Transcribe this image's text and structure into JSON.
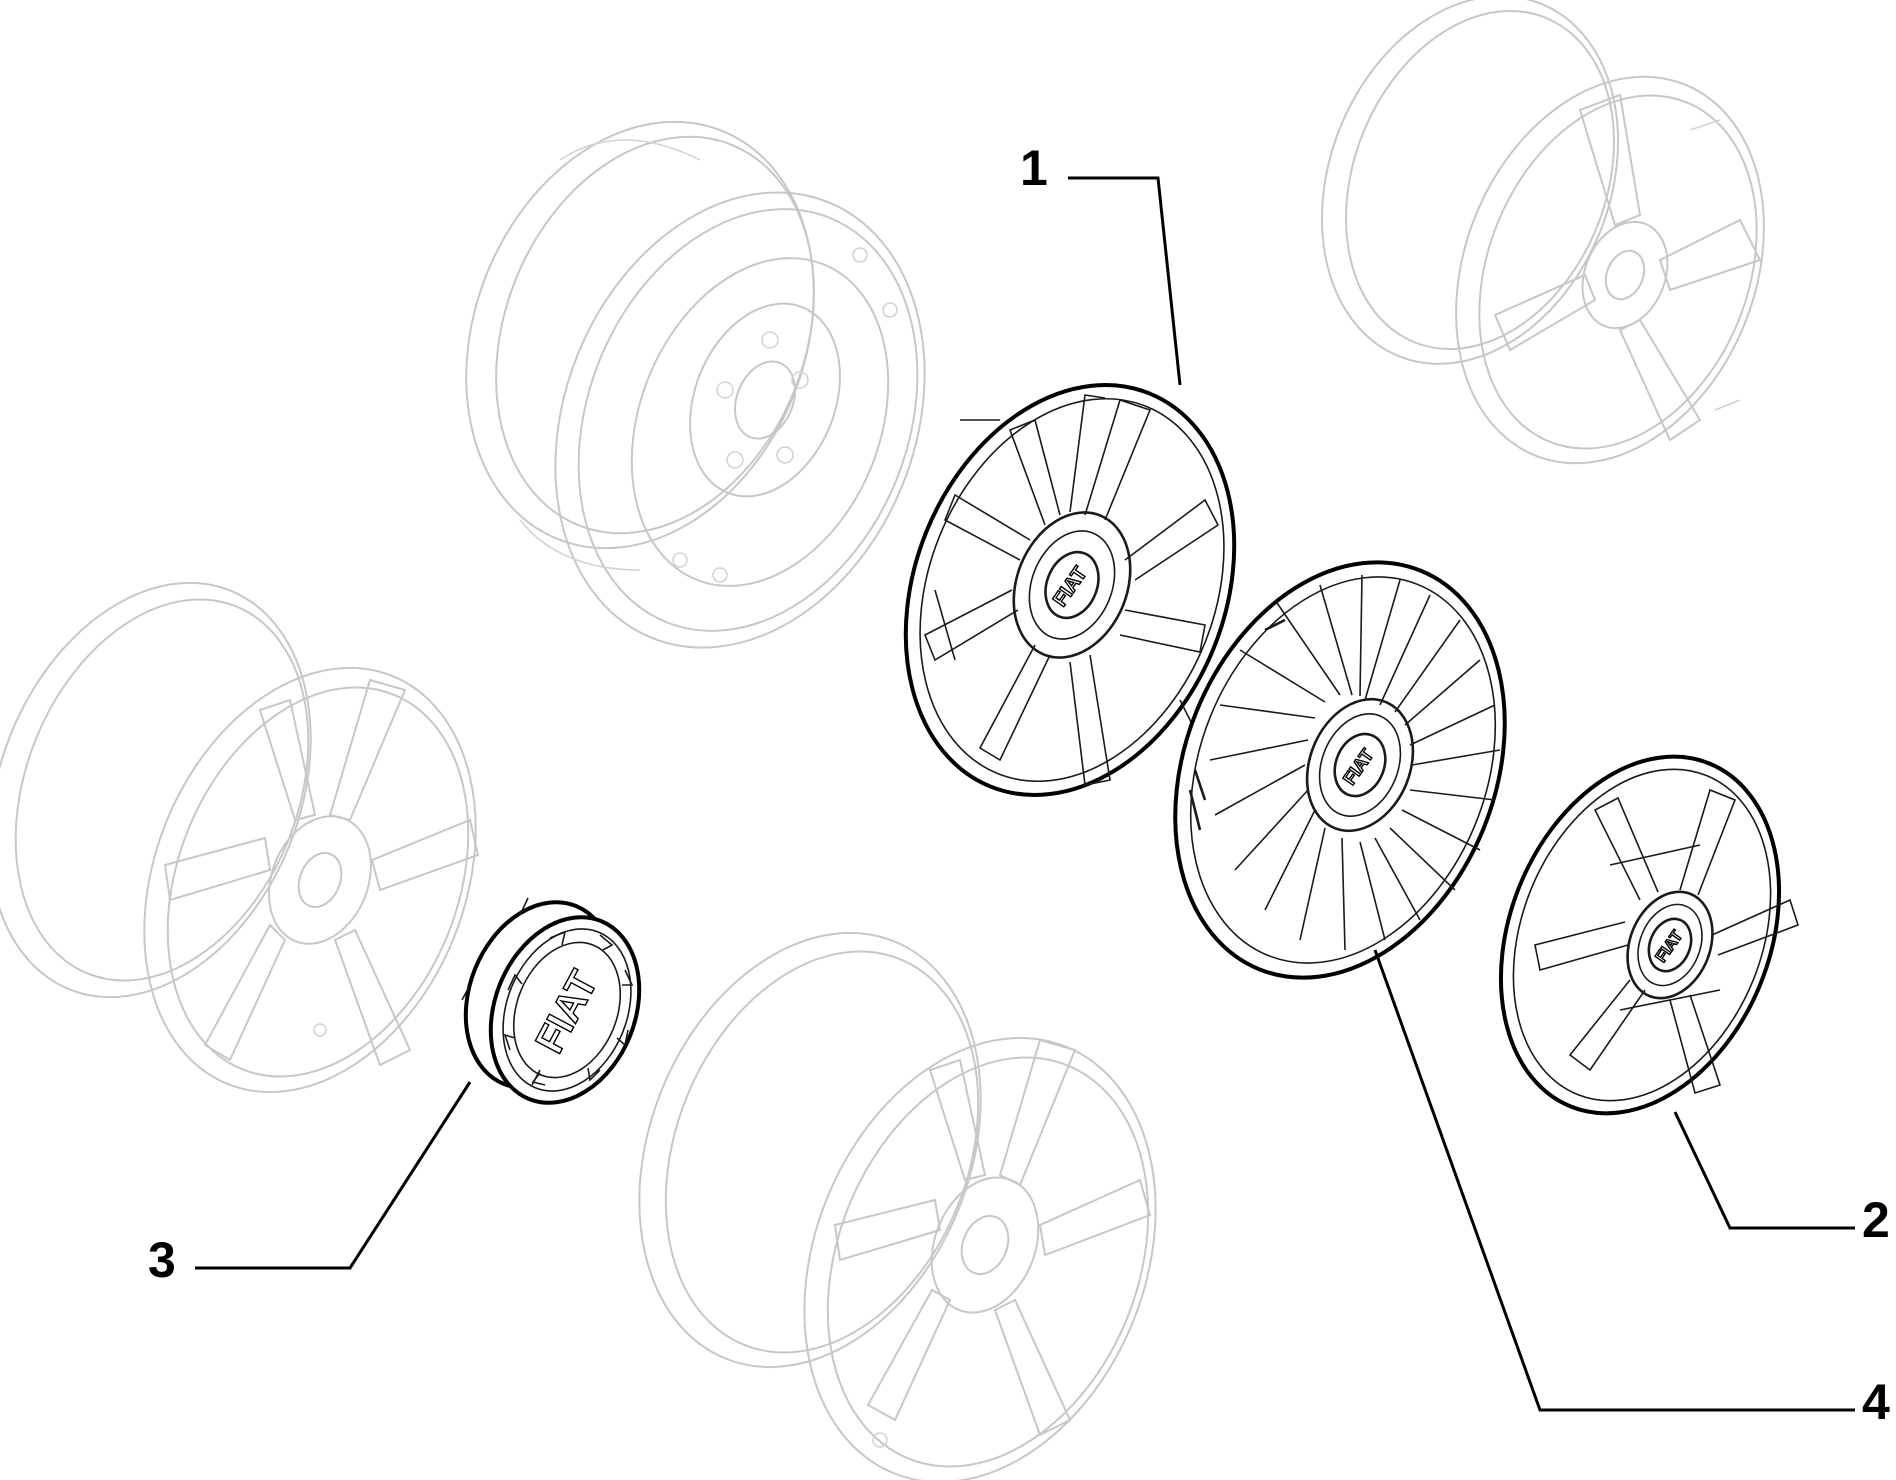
{
  "callouts": [
    {
      "id": "1",
      "label": "1"
    },
    {
      "id": "2",
      "label": "2"
    },
    {
      "id": "3",
      "label": "3"
    },
    {
      "id": "4",
      "label": "4"
    }
  ],
  "logos": {
    "brand": "FIAT"
  },
  "colors": {
    "ghost_wheel": "#c7c7c7",
    "highlighted_part": "#000000",
    "background": "#ffffff"
  }
}
